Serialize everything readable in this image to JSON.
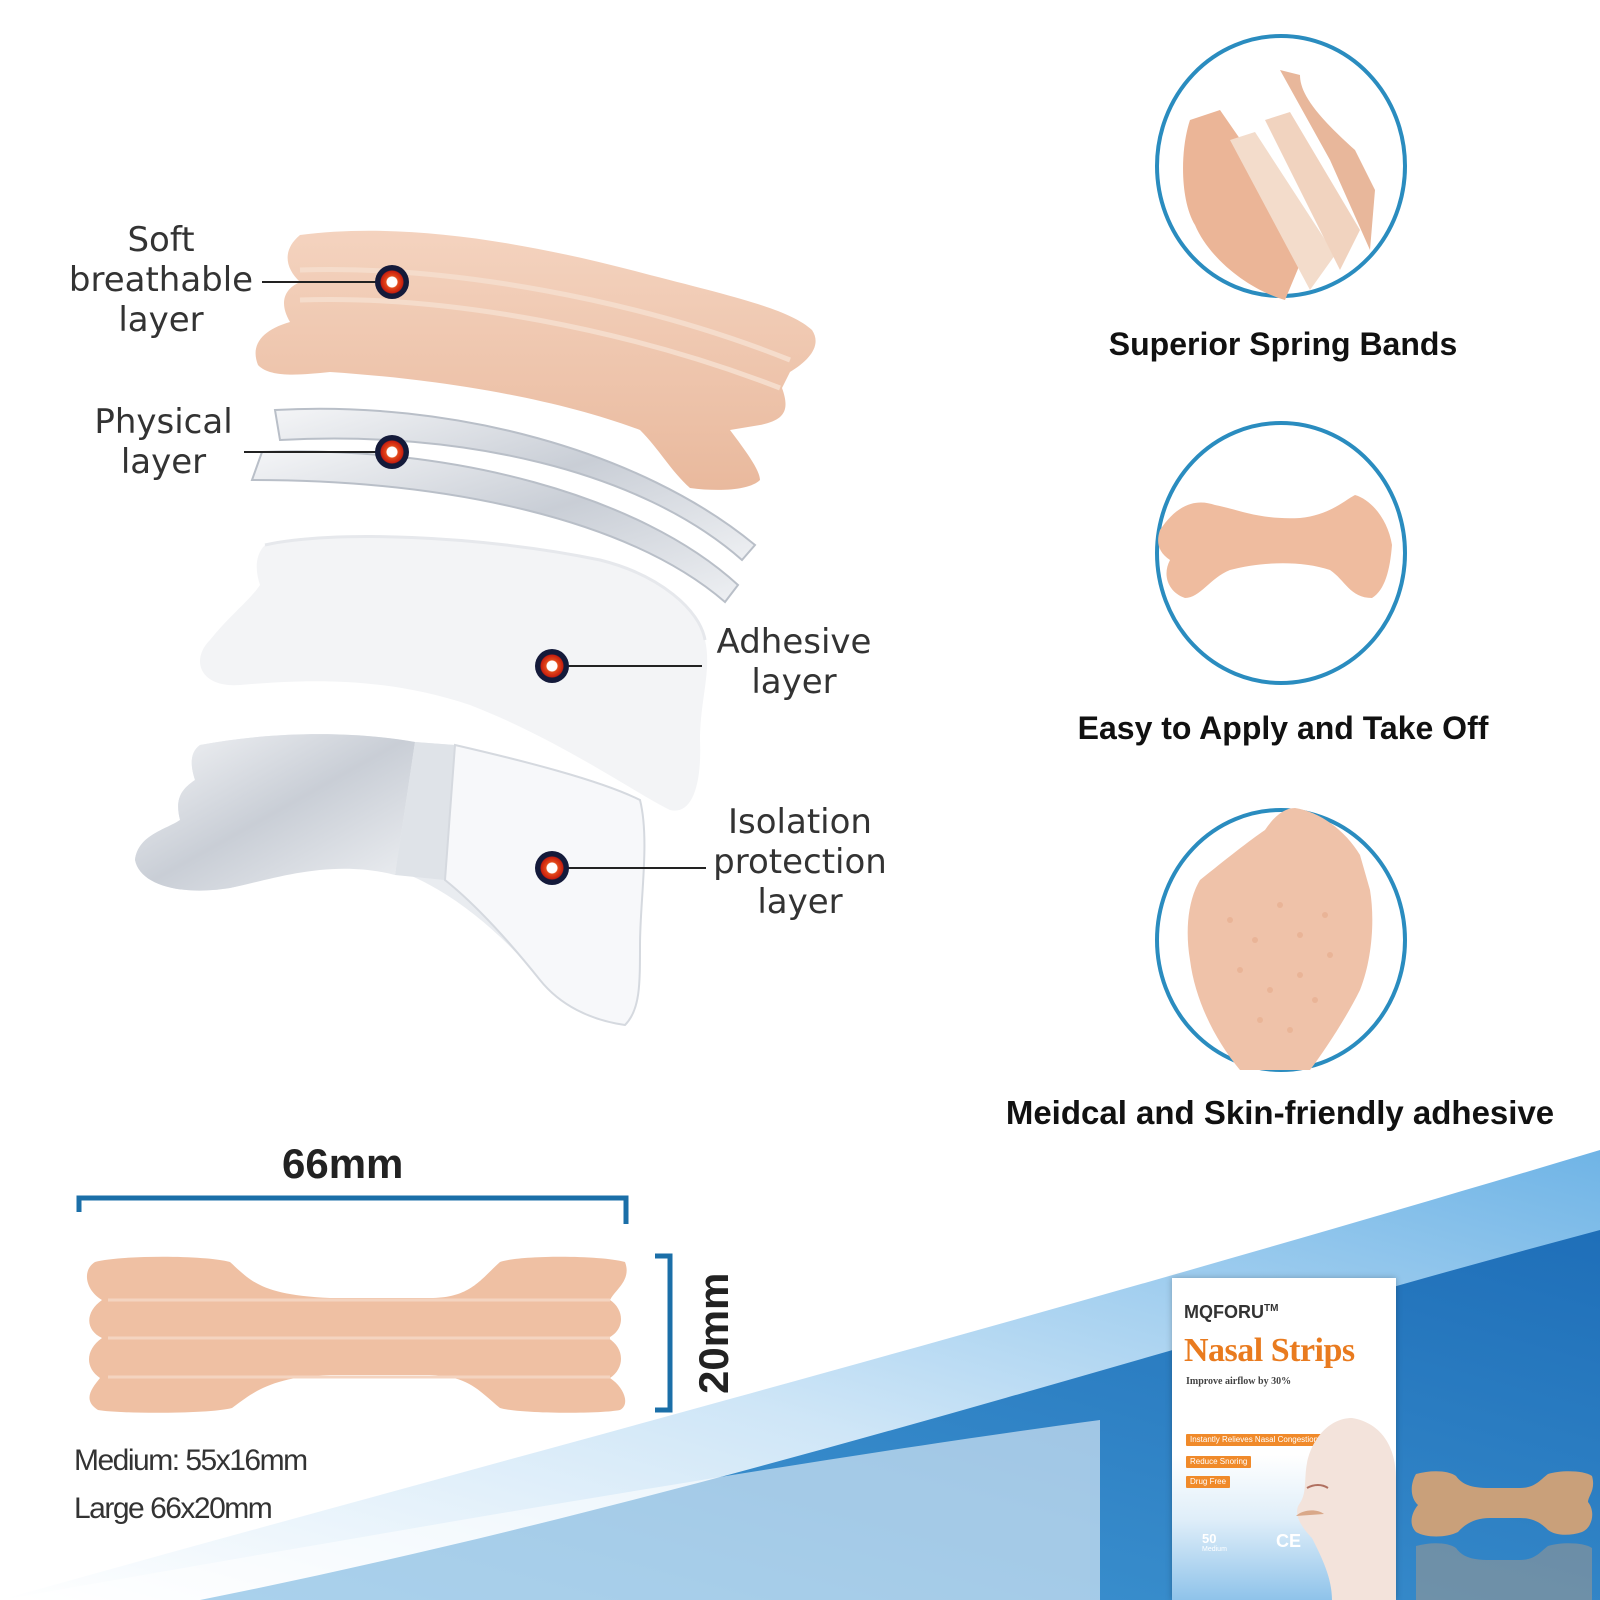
{
  "layers": [
    {
      "lines": [
        "Soft",
        "breathable",
        "layer"
      ]
    },
    {
      "lines": [
        "Physical",
        "layer"
      ]
    },
    {
      "lines": [
        "Adhesive",
        "layer"
      ]
    },
    {
      "lines": [
        "Isolation",
        "protection",
        "layer"
      ]
    }
  ],
  "features": [
    {
      "caption": "Superior Spring Bands"
    },
    {
      "caption": "Easy to Apply and Take Off"
    },
    {
      "caption": "Meidcal and Skin-friendly adhesive"
    }
  ],
  "dimensions": {
    "width_label": "66mm",
    "height_label": "20mm",
    "sizes": [
      "Medium: 55x16mm",
      "Large 66x20mm"
    ]
  },
  "product": {
    "brand": "MQFORU",
    "trademark": "TM",
    "title": "Nasal Strips",
    "subtitle": "Improve airflow by 30%",
    "tags": [
      "Instantly Relieves Nasal Congestion",
      "Reduce Snoring",
      "Drug Free"
    ],
    "count": "50",
    "size": "Medium",
    "mark": "CE"
  },
  "colors": {
    "skin": "#efc6ad",
    "circle_stroke": "#2a8cbf",
    "bracket": "#1b6fa8",
    "wave_dark": "#1a78c2",
    "wave_light": "#b9dcf5",
    "callout_ring": "#d62a14"
  }
}
